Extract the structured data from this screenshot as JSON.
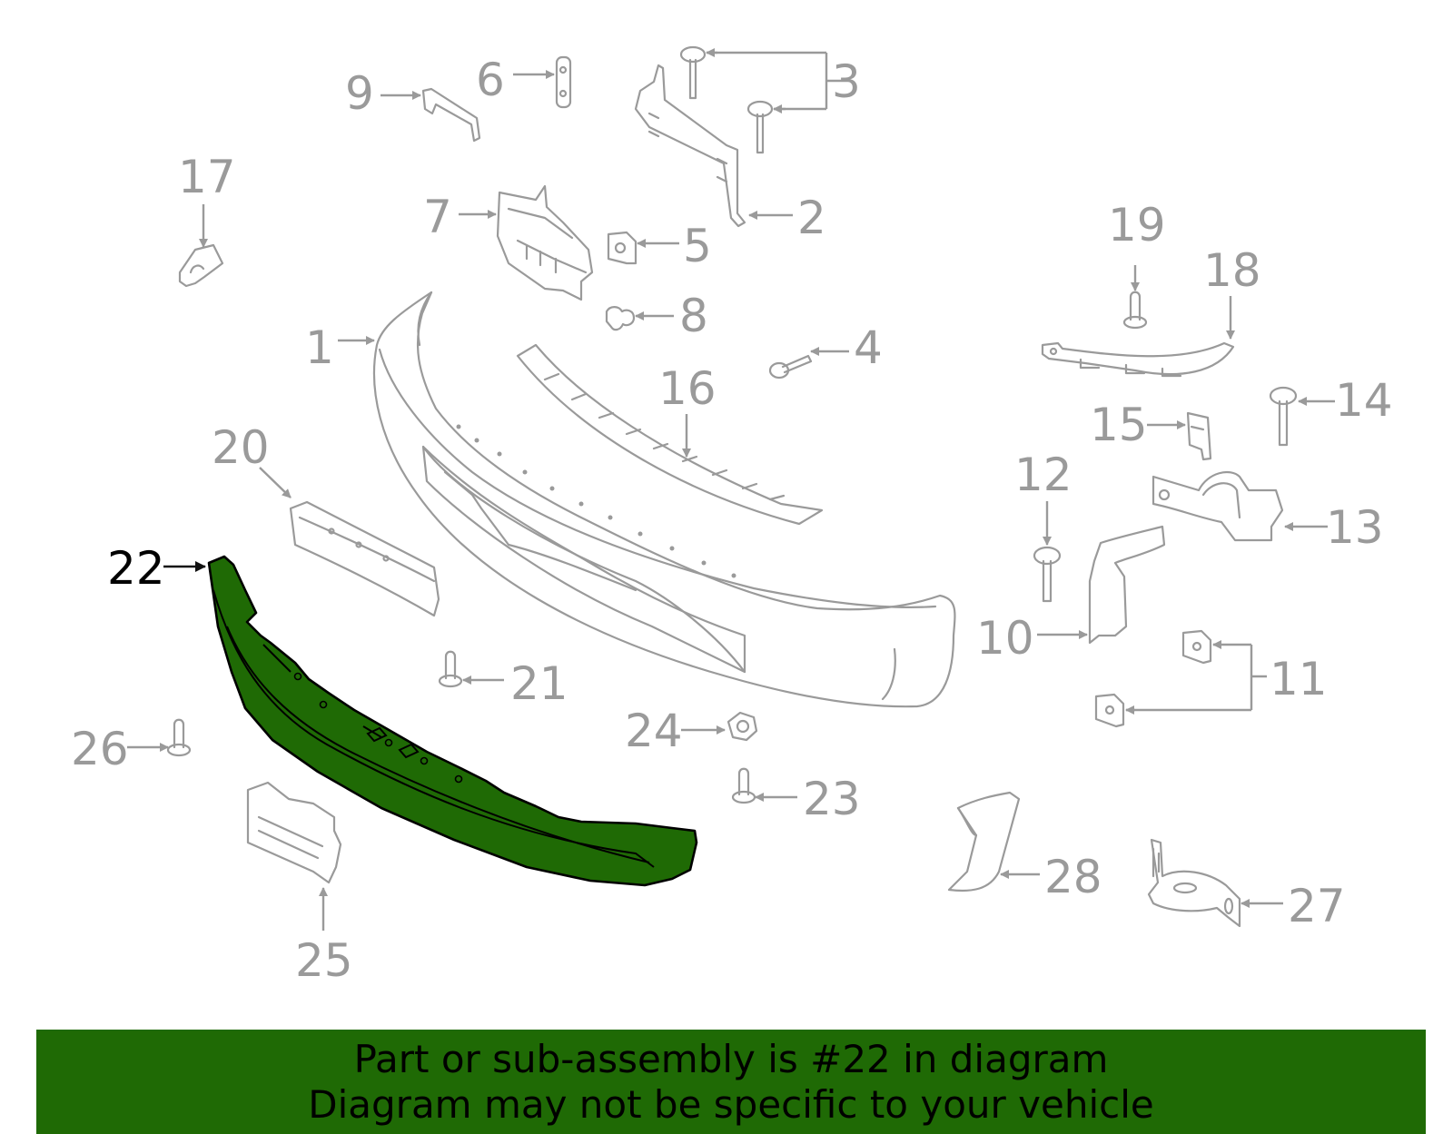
{
  "highlight": {
    "part_number": "22",
    "fill_color": "#1f6a05"
  },
  "callouts": {
    "c1": "1",
    "c2": "2",
    "c3": "3",
    "c4": "4",
    "c5": "5",
    "c6": "6",
    "c7": "7",
    "c8": "8",
    "c9": "9",
    "c10": "10",
    "c11": "11",
    "c12": "12",
    "c13": "13",
    "c14": "14",
    "c15": "15",
    "c16": "16",
    "c17": "17",
    "c18": "18",
    "c19": "19",
    "c20": "20",
    "c21": "21",
    "c22": "22",
    "c23": "23",
    "c24": "24",
    "c25": "25",
    "c26": "26",
    "c27": "27",
    "c28": "28"
  },
  "banner": {
    "line1": "Part or sub-assembly is #22 in diagram",
    "line2": "Diagram may not be specific to your vehicle"
  }
}
